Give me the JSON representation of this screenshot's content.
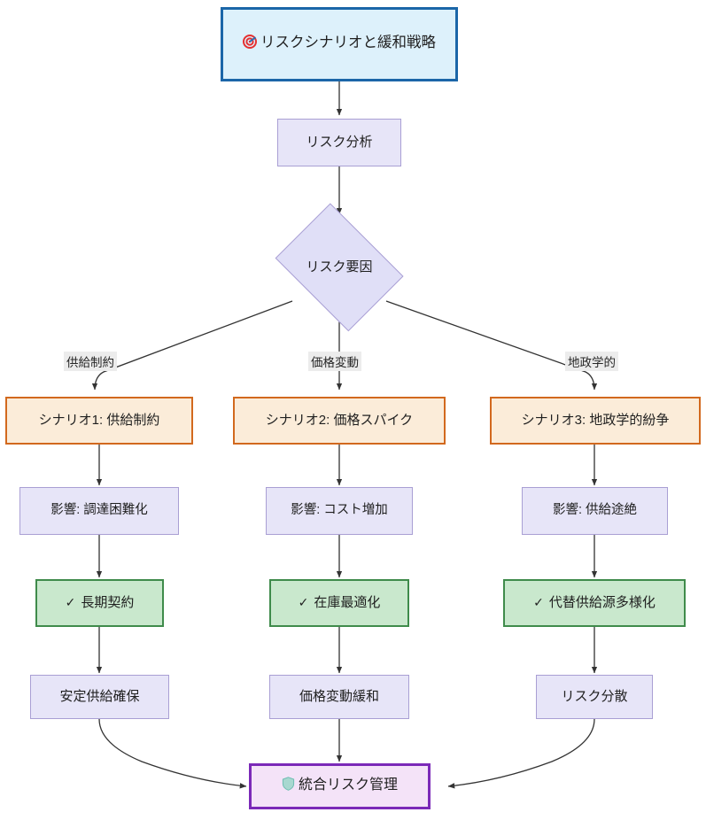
{
  "diagram": {
    "title_node": {
      "label": "リスクシナリオと緩和戦略",
      "icon": "target-icon",
      "colors": {
        "fill": "#ddf1fb",
        "border": "#1b66a8"
      }
    },
    "analysis_node": {
      "label": "リスク分析"
    },
    "decision_node": {
      "label": "リスク要因"
    },
    "branch_labels": [
      "供給制約",
      "価格変動",
      "地政学的"
    ],
    "columns": [
      {
        "scenario": "シナリオ1: 供給制約",
        "impact": "影響: 調達困難化",
        "mitigation": "長期契約",
        "mitigation_mark": "✓",
        "outcome": "安定供給確保"
      },
      {
        "scenario": "シナリオ2: 価格スパイク",
        "impact": "影響: コスト増加",
        "mitigation": "在庫最適化",
        "mitigation_mark": "✓",
        "outcome": "価格変動緩和"
      },
      {
        "scenario": "シナリオ3: 地政学的紛争",
        "impact": "影響: 供給途絶",
        "mitigation": "代替供給源多様化",
        "mitigation_mark": "✓",
        "outcome": "リスク分散"
      }
    ],
    "final_node": {
      "label": "統合リスク管理",
      "icon": "shield-icon",
      "colors": {
        "fill": "#f4e3f8",
        "border": "#7b29b8"
      }
    },
    "palette": {
      "scenario_fill": "#fbecd9",
      "scenario_border": "#d2691e",
      "mitigation_fill": "#c9e8cd",
      "mitigation_border": "#3f8b4b",
      "process_fill": "#e7e5f8",
      "process_border": "#a99fd4",
      "edge_stroke": "#333333",
      "edge_label_bg": "#ececec"
    }
  }
}
